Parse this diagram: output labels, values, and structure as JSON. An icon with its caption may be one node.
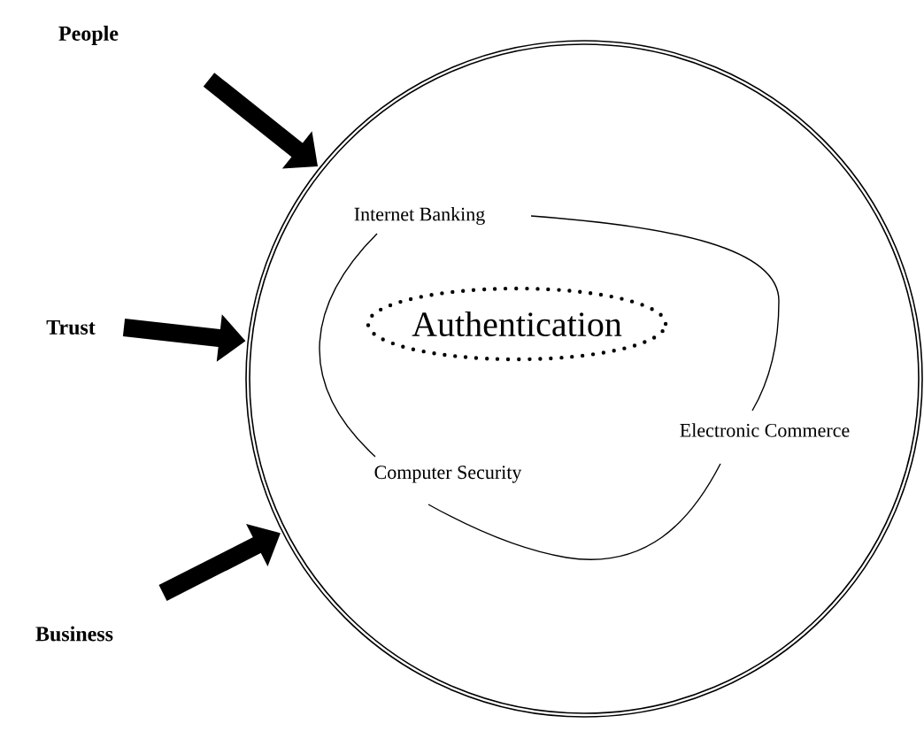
{
  "diagram": {
    "nodes": [
      {
        "text": [
          "People"
        ]
      },
      {
        "text": [
          "Trust"
        ]
      },
      {
        "text": [
          "Business"
        ]
      },
      {
        "text": [],
        "shape": "circle"
      },
      {
        "text": [
          "Authentication"
        ],
        "in": 3
      }
    ],
    "edges": [
      {
        "from": 0,
        "to": 3,
        "arrow": "to"
      },
      {
        "from": 1,
        "to": 3,
        "arrow": "to"
      },
      {
        "from": 2,
        "to": 3,
        "arrow": "to"
      }
    ],
    "labels": [
      "Internet Banking",
      "Electronic Commerce",
      "Computer Security"
    ]
  }
}
